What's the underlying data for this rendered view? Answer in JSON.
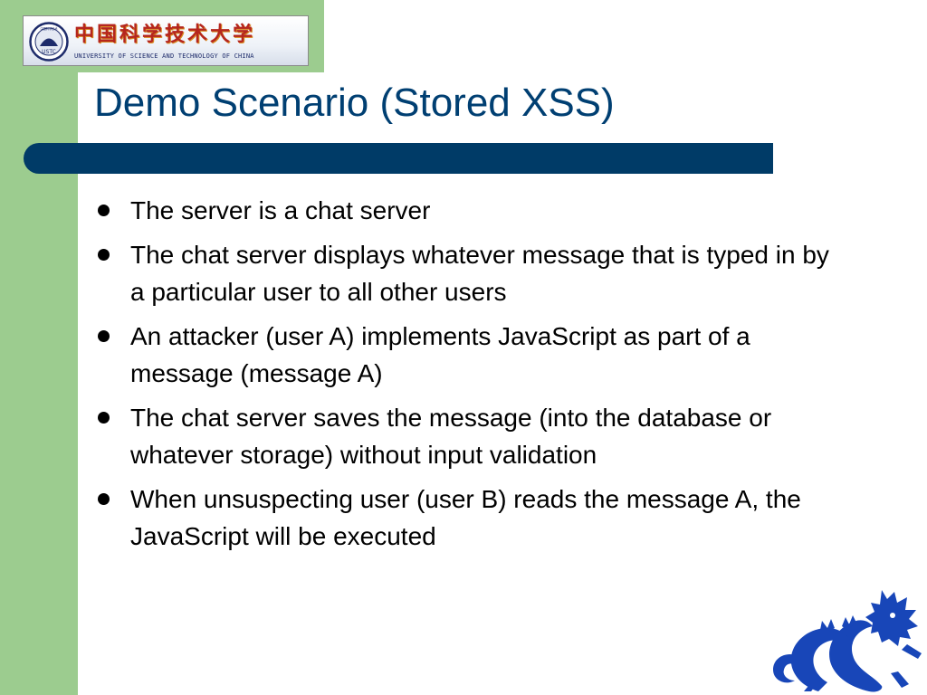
{
  "colors": {
    "green_band": "#9ccc8f",
    "title_text": "#003f72",
    "title_bar": "#003b67",
    "dragon": "#1846b8"
  },
  "logo": {
    "chinese_name": "中国科学技术大学",
    "english_name": "UNIVERSITY OF SCIENCE AND TECHNOLOGY OF CHINA",
    "seal_text": "USTC",
    "seal_subtext": "中国科学技术"
  },
  "slide": {
    "title": "Demo Scenario (Stored XSS)",
    "bullets": [
      "The server is a chat server",
      "The chat server displays whatever message that is typed in by a particular user to all other users",
      "An attacker (user A) implements JavaScript as part of a message (message A)",
      "The chat server saves the message (into the database or whatever storage) without input validation",
      "When unsuspecting user (user B) reads the message A, the JavaScript will be executed"
    ]
  }
}
